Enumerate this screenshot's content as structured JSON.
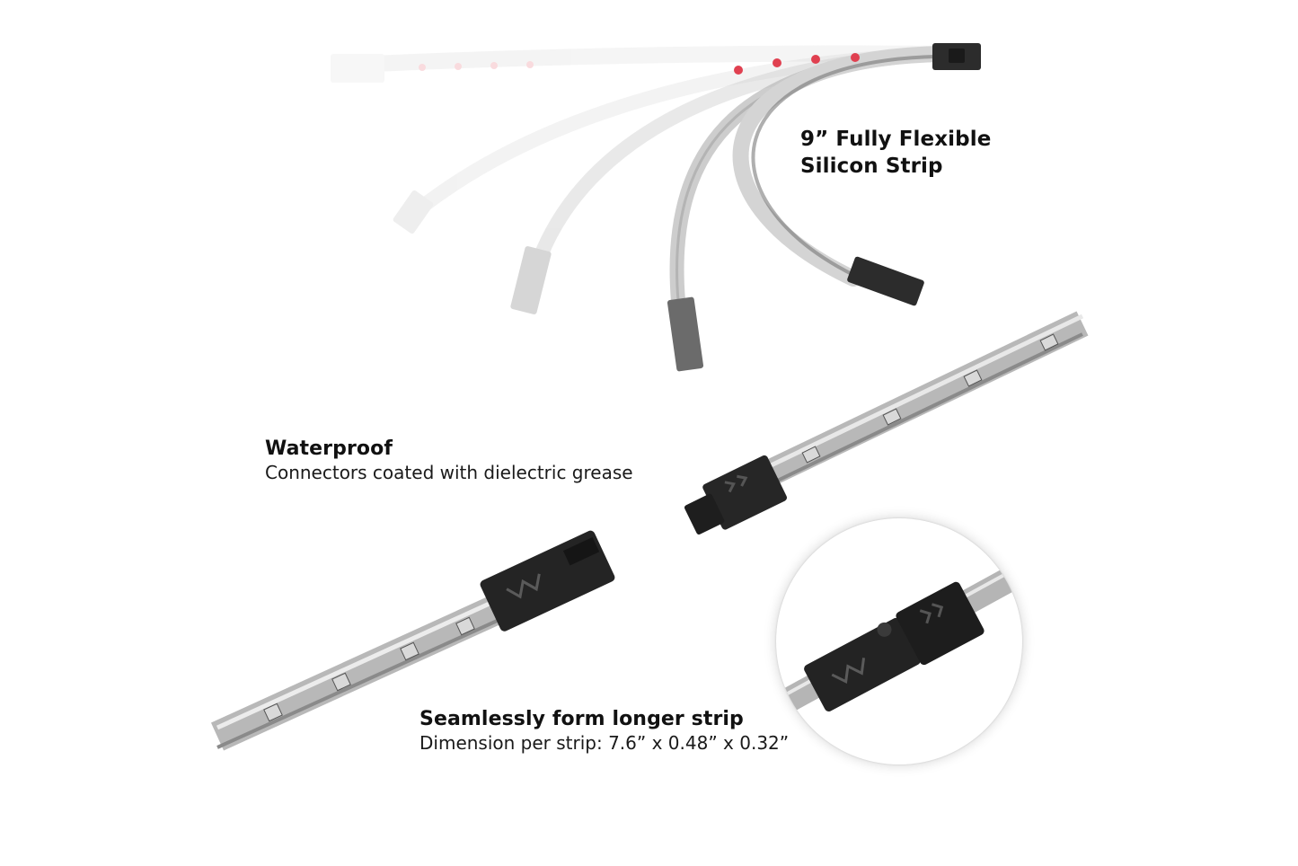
{
  "image": {
    "background_color": "#ffffff",
    "accent_colors": {
      "connector": "#2a2a2a",
      "strip": "#bdbdbd",
      "adhesive_print": "#e04050"
    }
  },
  "features": [
    {
      "id": "flexible",
      "title_line1": "9” Fully Flexible",
      "title_line2": "Silicon Strip"
    },
    {
      "id": "waterproof",
      "title": "Waterproof",
      "description": "Connectors coated with dielectric grease"
    },
    {
      "id": "seamless",
      "title": "Seamlessly form longer strip",
      "description": "Dimension per strip: 7.6” x 0.48” x 0.32”"
    }
  ],
  "illustrations": {
    "flex_strip": "led-strip-bending-fan",
    "connector_pair": "led-strip-connector-pair",
    "zoom_detail": "connected-strips-closeup"
  }
}
